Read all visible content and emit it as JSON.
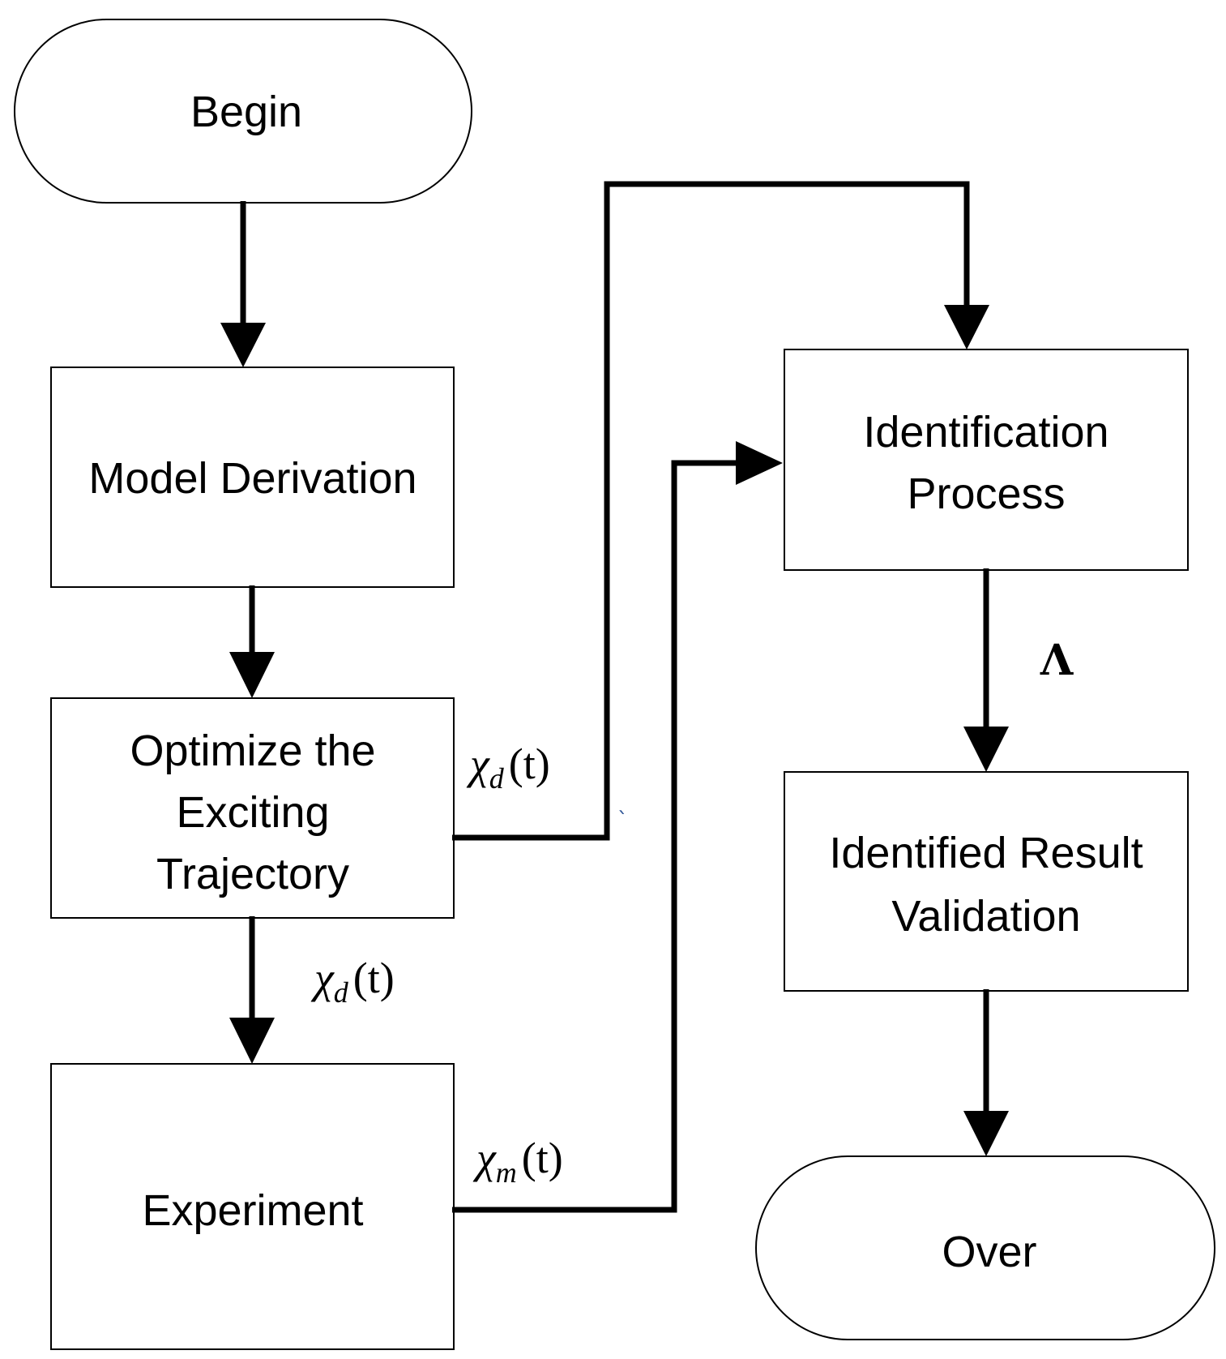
{
  "nodes": {
    "begin": "Begin",
    "model_derivation": "Model Derivation",
    "optimize": [
      "Optimize the",
      "Exciting",
      "Trajectory"
    ],
    "experiment": "Experiment",
    "identification": [
      "Identification",
      "Process"
    ],
    "validation": [
      "Identified Result",
      "Validation"
    ],
    "over": "Over"
  },
  "labels": {
    "chi_base": "χ",
    "sub_d": "d",
    "sub_m": "m",
    "arg": "(t)",
    "lambda": "Λ",
    "stray_mark": "`"
  }
}
